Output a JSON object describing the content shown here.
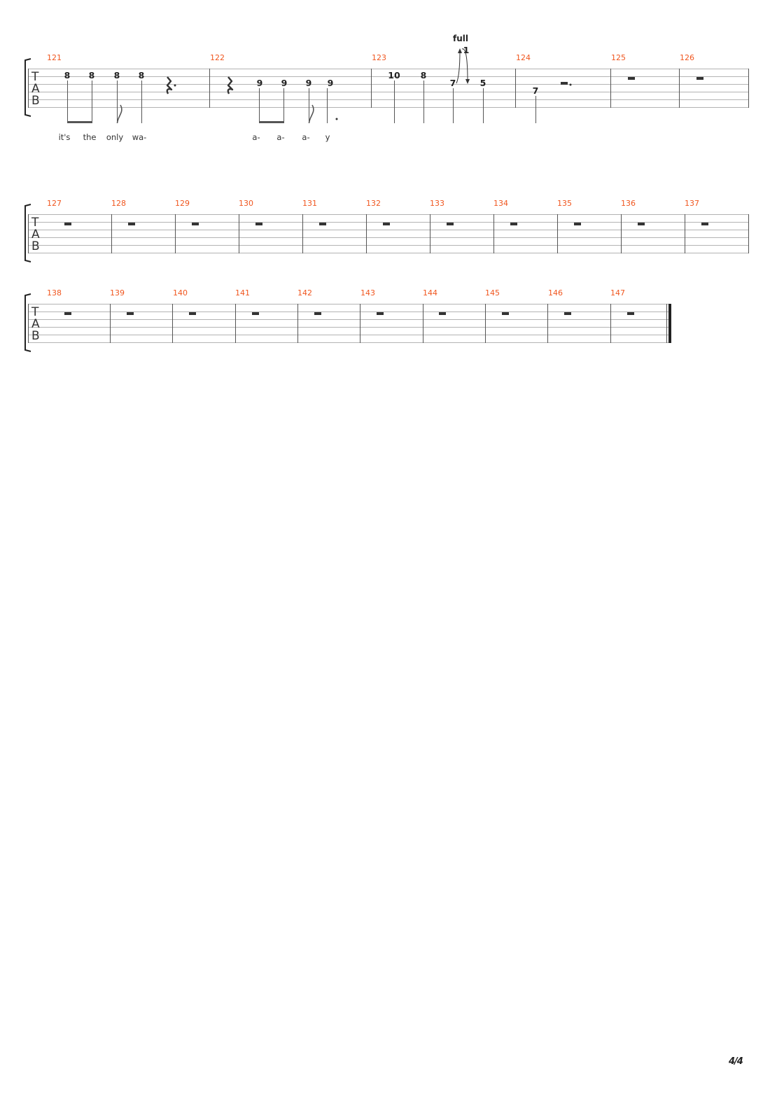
{
  "page": {
    "number": "4/4"
  },
  "clef": [
    "T",
    "A",
    "B"
  ],
  "systems": [
    {
      "measures": [
        {
          "number": "121",
          "notes": [
            {
              "fret": "8",
              "string": 2,
              "lyric": "it's"
            },
            {
              "fret": "8",
              "string": 2,
              "lyric": "the"
            },
            {
              "fret": "8",
              "string": 2,
              "lyric": "only"
            },
            {
              "fret": "8",
              "string": 2,
              "lyric": "wa-"
            }
          ],
          "rests": [
            "dotted quarter rest"
          ]
        },
        {
          "number": "122",
          "notes": [
            {
              "fret": "9",
              "string": 3,
              "lyric": "a-"
            },
            {
              "fret": "9",
              "string": 3,
              "lyric": "a-"
            },
            {
              "fret": "9",
              "string": 3,
              "lyric": "a-"
            },
            {
              "fret": "9",
              "string": 3,
              "lyric": "y"
            }
          ],
          "rests": [
            "quarter rest"
          ]
        },
        {
          "number": "123",
          "notes": [
            {
              "fret": "10",
              "string": 2
            },
            {
              "fret": "8",
              "string": 2
            },
            {
              "fret": "7",
              "string": 3
            },
            {
              "fret": "5",
              "string": 3
            }
          ],
          "bend": {
            "label": "full",
            "amount": "1"
          }
        },
        {
          "number": "124",
          "notes": [
            {
              "fret": "7",
              "string": 4
            }
          ],
          "rests": [
            "dotted half rest"
          ]
        },
        {
          "number": "125",
          "rests": [
            "whole rest"
          ]
        },
        {
          "number": "126",
          "rests": [
            "whole rest"
          ]
        }
      ]
    },
    {
      "measures": [
        {
          "number": "127",
          "rests": [
            "whole rest"
          ]
        },
        {
          "number": "128",
          "rests": [
            "whole rest"
          ]
        },
        {
          "number": "129",
          "rests": [
            "whole rest"
          ]
        },
        {
          "number": "130",
          "rests": [
            "whole rest"
          ]
        },
        {
          "number": "131",
          "rests": [
            "whole rest"
          ]
        },
        {
          "number": "132",
          "rests": [
            "whole rest"
          ]
        },
        {
          "number": "133",
          "rests": [
            "whole rest"
          ]
        },
        {
          "number": "134",
          "rests": [
            "whole rest"
          ]
        },
        {
          "number": "135",
          "rests": [
            "whole rest"
          ]
        },
        {
          "number": "136",
          "rests": [
            "whole rest"
          ]
        },
        {
          "number": "137",
          "rests": [
            "whole rest"
          ]
        }
      ]
    },
    {
      "measures": [
        {
          "number": "138",
          "rests": [
            "whole rest"
          ]
        },
        {
          "number": "139",
          "rests": [
            "whole rest"
          ]
        },
        {
          "number": "140",
          "rests": [
            "whole rest"
          ]
        },
        {
          "number": "141",
          "rests": [
            "whole rest"
          ]
        },
        {
          "number": "142",
          "rests": [
            "whole rest"
          ]
        },
        {
          "number": "143",
          "rests": [
            "whole rest"
          ]
        },
        {
          "number": "144",
          "rests": [
            "whole rest"
          ]
        },
        {
          "number": "145",
          "rests": [
            "whole rest"
          ]
        },
        {
          "number": "146",
          "rests": [
            "whole rest"
          ]
        },
        {
          "number": "147",
          "rests": [
            "whole rest"
          ]
        }
      ],
      "final_barline": true
    }
  ]
}
